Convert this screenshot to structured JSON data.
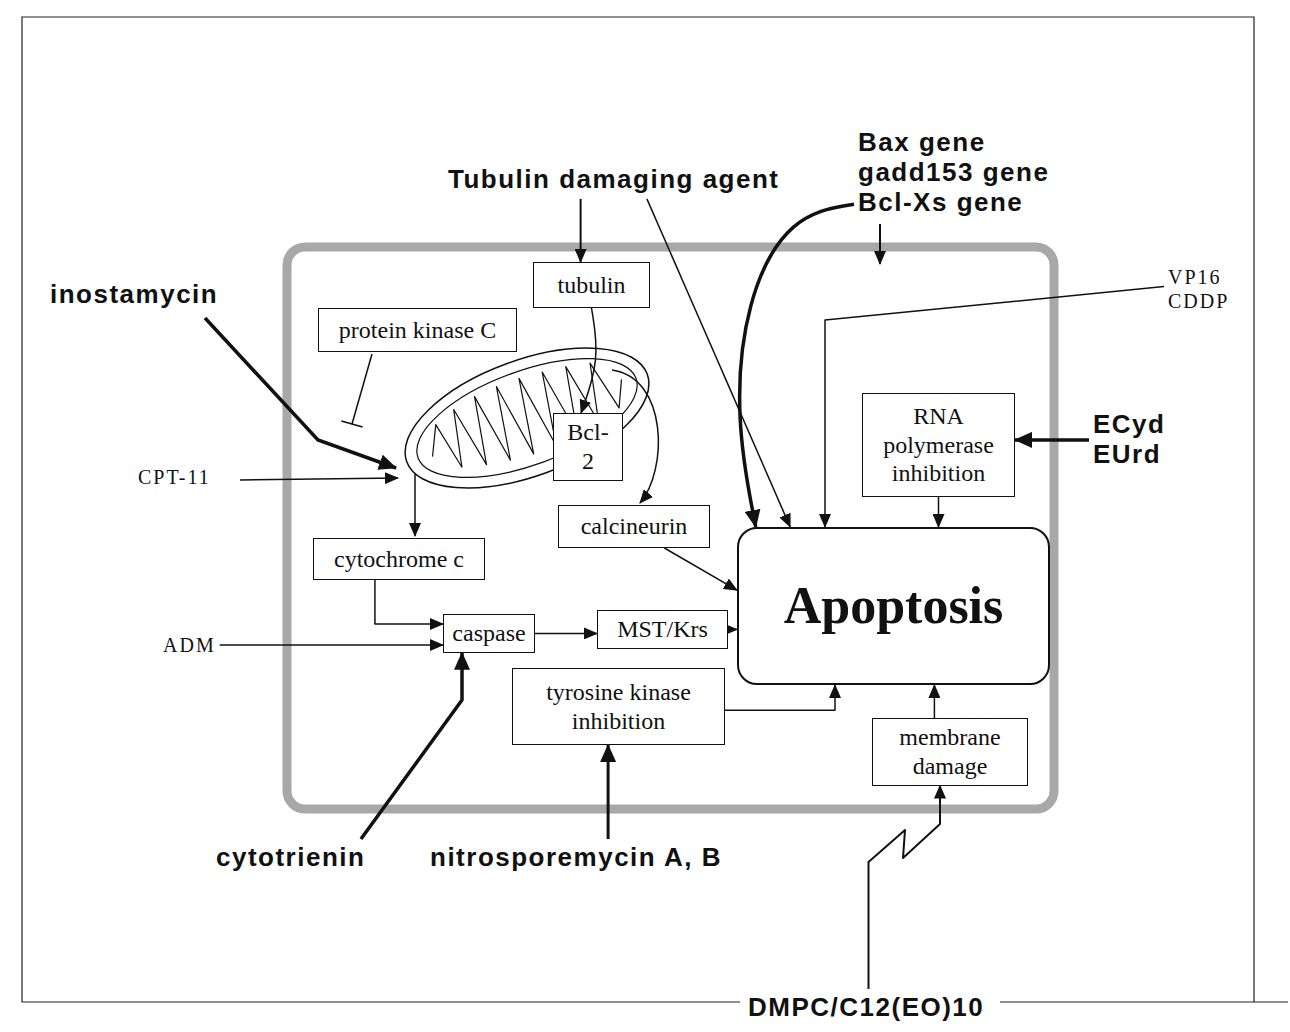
{
  "diagram": {
    "nodes": [
      {
        "text": [
          "Tubulin damaging agent"
        ]
      },
      {
        "text": [
          "Bax gene gadd153 gene Bcl-Xs gene"
        ]
      },
      {
        "text": [
          "tubulin"
        ]
      },
      {
        "text": [
          "inostamycin"
        ]
      },
      {
        "text": [
          "VP16 CDDP"
        ]
      },
      {
        "text": [
          "protein kinase C"
        ]
      },
      {
        "text": [
          "Bcl-2"
        ]
      },
      {
        "text": [
          "RNA polymerase inhibition"
        ]
      },
      {
        "text": [
          "ECyd EUrd"
        ]
      },
      {
        "text": [
          "CPT-11"
        ]
      },
      {
        "text": [
          "calcineurin"
        ]
      },
      {
        "text": [
          "cytochrome c"
        ]
      },
      {
        "text": [
          "Apoptosis"
        ]
      },
      {
        "text": [
          "caspase"
        ]
      },
      {
        "text": [
          "MST/Krs"
        ]
      },
      {
        "text": [
          "ADM"
        ]
      },
      {
        "text": [
          "tyrosine kinase inhibition"
        ]
      },
      {
        "text": [
          "membrane damage"
        ]
      },
      {
        "text": [
          "cytotrienin"
        ]
      },
      {
        "text": [
          "nitrosporemycin A, B"
        ]
      },
      {
        "text": [
          "DMPC/C12(EO)10"
        ]
      }
    ],
    "edges": [
      {
        "from": 0,
        "to": 2,
        "arrow": "to"
      },
      {
        "from": 0,
        "to": 12,
        "arrow": "to"
      },
      {
        "from": 1,
        "to": 12,
        "arrow": "to"
      },
      {
        "from": 2,
        "to": 6,
        "arrow": "to"
      },
      {
        "from": 4,
        "to": 12,
        "arrow": "to"
      },
      {
        "from": 7,
        "to": 12,
        "arrow": "to"
      },
      {
        "from": 8,
        "to": 7,
        "arrow": "to"
      },
      {
        "from": 10,
        "to": 12,
        "arrow": "to"
      },
      {
        "from": 11,
        "to": 13,
        "arrow": "to"
      },
      {
        "from": 15,
        "to": 13,
        "arrow": "to"
      },
      {
        "from": 18,
        "to": 13,
        "arrow": "to"
      },
      {
        "from": 13,
        "to": 14,
        "arrow": "to"
      },
      {
        "from": 14,
        "to": 12,
        "arrow": "to"
      },
      {
        "from": 16,
        "to": 12,
        "arrow": "to"
      },
      {
        "from": 19,
        "to": 16,
        "arrow": "to"
      },
      {
        "from": 17,
        "to": 12,
        "arrow": "to"
      },
      {
        "from": 20,
        "to": 17,
        "arrow": "to"
      }
    ]
  }
}
